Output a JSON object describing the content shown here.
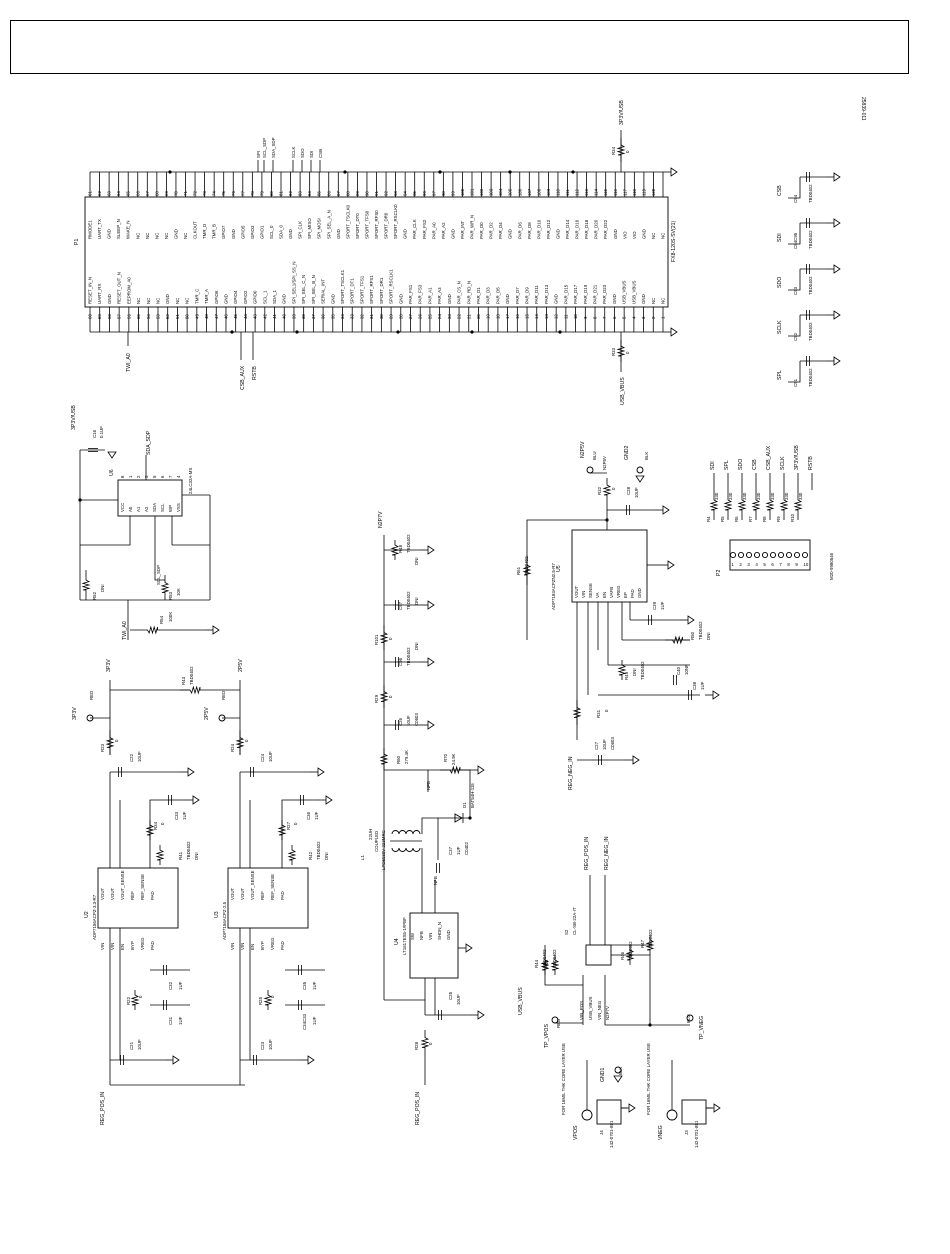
{
  "drawing_id": "25839-011",
  "p1": {
    "ref": "P1",
    "part": "FX8-120S-SV(21)",
    "top_pins": [
      {
        "num": "61",
        "name": "RMODE1"
      },
      {
        "num": "62",
        "name": "UART_TX"
      },
      {
        "num": "63",
        "name": "GND"
      },
      {
        "num": "64",
        "name": "SLEEP_N"
      },
      {
        "num": "65",
        "name": "WAKE_N"
      },
      {
        "num": "66",
        "name": "NC"
      },
      {
        "num": "67",
        "name": "NC"
      },
      {
        "num": "68",
        "name": "NC"
      },
      {
        "num": "69",
        "name": "NC"
      },
      {
        "num": "70",
        "name": "GND"
      },
      {
        "num": "71",
        "name": "NC"
      },
      {
        "num": "72",
        "name": "CLKOUT"
      },
      {
        "num": "73",
        "name": "TMR_D"
      },
      {
        "num": "74",
        "name": "TMR_B"
      },
      {
        "num": "75",
        "name": "GPIO7"
      },
      {
        "num": "76",
        "name": "GND"
      },
      {
        "num": "77",
        "name": "GPIO5"
      },
      {
        "num": "78",
        "name": "GPIO3"
      },
      {
        "num": "79",
        "name": "GPIO1"
      },
      {
        "num": "80",
        "name": "SCL_0"
      },
      {
        "num": "81",
        "name": "SDA_0"
      },
      {
        "num": "82",
        "name": "GND"
      },
      {
        "num": "83",
        "name": "SPI_CLK"
      },
      {
        "num": "84",
        "name": "SPI_MISO"
      },
      {
        "num": "85",
        "name": "SPI_MOSI"
      },
      {
        "num": "86",
        "name": "SPI_SEL_A_N"
      },
      {
        "num": "87",
        "name": "GND"
      },
      {
        "num": "88",
        "name": "SPORT_TSCLK0"
      },
      {
        "num": "89",
        "name": "SPORT_DT0"
      },
      {
        "num": "90",
        "name": "SPORT_TFS0"
      },
      {
        "num": "91",
        "name": "SPORT_RFS0"
      },
      {
        "num": "92",
        "name": "SPORT_DR0"
      },
      {
        "num": "93",
        "name": "SPORT_RSCLK0"
      },
      {
        "num": "94",
        "name": "GND"
      },
      {
        "num": "95",
        "name": "PAR_CLK"
      },
      {
        "num": "96",
        "name": "PAR_FS2"
      },
      {
        "num": "97",
        "name": "PAR_A0"
      },
      {
        "num": "98",
        "name": "PAR_A2"
      },
      {
        "num": "99",
        "name": "GND"
      },
      {
        "num": "100",
        "name": "PAR_INT"
      },
      {
        "num": "101",
        "name": "PAR_WR_N"
      },
      {
        "num": "102",
        "name": "PAR_D0"
      },
      {
        "num": "103",
        "name": "PAR_D2"
      },
      {
        "num": "104",
        "name": "PAR_D4"
      },
      {
        "num": "105",
        "name": "GND"
      },
      {
        "num": "106",
        "name": "PAR_D6"
      },
      {
        "num": "107",
        "name": "PAR_D8"
      },
      {
        "num": "108",
        "name": "PAR_D10"
      },
      {
        "num": "109",
        "name": "PAR_D12"
      },
      {
        "num": "110",
        "name": "GND"
      },
      {
        "num": "111",
        "name": "PAR_D14"
      },
      {
        "num": "112",
        "name": "PAR_D16"
      },
      {
        "num": "113",
        "name": "PAR_D18"
      },
      {
        "num": "114",
        "name": "PAR_D20"
      },
      {
        "num": "115",
        "name": "PAR_D22"
      },
      {
        "num": "116",
        "name": "GND"
      },
      {
        "num": "117",
        "name": "VIO"
      },
      {
        "num": "118",
        "name": "VIO"
      },
      {
        "num": "119",
        "name": "GND"
      },
      {
        "num": "120",
        "name": "NC"
      },
      {
        "num": "",
        "name": "NC"
      }
    ],
    "bottom_pins": [
      {
        "num": "60",
        "name": "RESET_IN_N"
      },
      {
        "num": "59",
        "name": "UART_RX"
      },
      {
        "num": "58",
        "name": "GND"
      },
      {
        "num": "57",
        "name": "RESET_OUT_N"
      },
      {
        "num": "56",
        "name": "EEPROM_A0"
      },
      {
        "num": "55",
        "name": "NC"
      },
      {
        "num": "54",
        "name": "NC"
      },
      {
        "num": "53",
        "name": "NC"
      },
      {
        "num": "52",
        "name": "GND"
      },
      {
        "num": "51",
        "name": "NC"
      },
      {
        "num": "50",
        "name": "NC"
      },
      {
        "num": "49",
        "name": "TMR_C"
      },
      {
        "num": "48",
        "name": "TMR_A"
      },
      {
        "num": "47",
        "name": "GPIO6"
      },
      {
        "num": "46",
        "name": "GND"
      },
      {
        "num": "45",
        "name": "GPIO4"
      },
      {
        "num": "44",
        "name": "GPIO2"
      },
      {
        "num": "43",
        "name": "GPIO0"
      },
      {
        "num": "42",
        "name": "SCL_1"
      },
      {
        "num": "41",
        "name": "SDA_1"
      },
      {
        "num": "40",
        "name": "GND"
      },
      {
        "num": "39",
        "name": "SPI_SEL1/SPI_SS_N"
      },
      {
        "num": "38",
        "name": "SPI_SEL_C_N"
      },
      {
        "num": "37",
        "name": "SPI_SEL_B_N"
      },
      {
        "num": "36",
        "name": "SERIAL_INT"
      },
      {
        "num": "35",
        "name": "GND"
      },
      {
        "num": "34",
        "name": "SPORT_TSCLK1"
      },
      {
        "num": "33",
        "name": "SPORT_DT1"
      },
      {
        "num": "32",
        "name": "SPORT_TFS1"
      },
      {
        "num": "31",
        "name": "SPORT_RFS1"
      },
      {
        "num": "30",
        "name": "SPORT_DR1"
      },
      {
        "num": "29",
        "name": "SPORT_RSCLK1"
      },
      {
        "num": "28",
        "name": "GND"
      },
      {
        "num": "27",
        "name": "PAR_FS1"
      },
      {
        "num": "26",
        "name": "PAR_FS3"
      },
      {
        "num": "25",
        "name": "PAR_A1"
      },
      {
        "num": "24",
        "name": "PAR_A3"
      },
      {
        "num": "23",
        "name": "GND"
      },
      {
        "num": "22",
        "name": "PAR_CS_N"
      },
      {
        "num": "21",
        "name": "PAR_RD_N"
      },
      {
        "num": "20",
        "name": "PAR_D1"
      },
      {
        "num": "19",
        "name": "PAR_D3"
      },
      {
        "num": "18",
        "name": "PAR_D5"
      },
      {
        "num": "17",
        "name": "GND"
      },
      {
        "num": "16",
        "name": "PAR_D7"
      },
      {
        "num": "15",
        "name": "PAR_D9"
      },
      {
        "num": "14",
        "name": "PAR_D11"
      },
      {
        "num": "13",
        "name": "PAR_D13"
      },
      {
        "num": "12",
        "name": "GND"
      },
      {
        "num": "11",
        "name": "PAR_D15"
      },
      {
        "num": "10",
        "name": "PAR_D17"
      },
      {
        "num": "9",
        "name": "PAR_D19"
      },
      {
        "num": "8",
        "name": "PAR_D21"
      },
      {
        "num": "7",
        "name": "PAR_D23"
      },
      {
        "num": "6",
        "name": "GND"
      },
      {
        "num": "5",
        "name": "USB_VBUS"
      },
      {
        "num": "4",
        "name": "USB_VBUS"
      },
      {
        "num": "3",
        "name": "GND"
      },
      {
        "num": "2",
        "name": "NC"
      },
      {
        "num": "1",
        "name": "NC"
      }
    ],
    "net_spi": "SPI",
    "net_scl_sdp": "SCL_SDP",
    "net_sda_sdp": "SDA_SDP",
    "net_sclk": "SCLK",
    "net_sdo": "SDO",
    "net_sdi": "SDI",
    "net_csb": "CSB",
    "net_twi": "TWI_A0",
    "net_csb_aux": "CSB_AUX",
    "net_rstb": "RSTB",
    "net_3v3usb": "3P3V/USB",
    "r34": "R34",
    "r34_val": "0",
    "net_usb_vbus": "USB_VBUS",
    "r33": "R33",
    "r33_val": "0"
  },
  "caps_right": [
    {
      "net": "CSB",
      "ref": "C94",
      "val": "TBD0402"
    },
    {
      "net": "SDI",
      "ref": "C94C95",
      "val": "TBD0402"
    },
    {
      "net": "SDO",
      "ref": "C93",
      "val": "TBD0402"
    },
    {
      "net": "SCLK",
      "ref": "C92",
      "val": "TBD0402"
    },
    {
      "net": "SPL",
      "ref": "C91",
      "val": "TBD0402"
    }
  ],
  "p2": {
    "ref": "P2",
    "part": "M20-9980546",
    "nets": [
      "SDI",
      "SPL",
      "SDO",
      "CSB",
      "CSB_AUX",
      "SCLK",
      "3P3V/USB",
      "RSTB"
    ],
    "resistors": [
      {
        "ref": "R4",
        "val": "330"
      },
      {
        "ref": "R5",
        "val": "330"
      },
      {
        "ref": "R6",
        "val": "330"
      },
      {
        "ref": "R7",
        "val": "330"
      },
      {
        "ref": "R8",
        "val": "330"
      },
      {
        "ref": "R9",
        "val": "330"
      },
      {
        "ref": "R10",
        "val": "330"
      }
    ],
    "pins": [
      "1",
      "2",
      "3",
      "4",
      "5",
      "6",
      "7",
      "8",
      "9",
      "10"
    ]
  },
  "eeprom": {
    "ref": "U6",
    "part": "24LC32A-MS",
    "net_supply": "3P3V/USB",
    "c16": "C16",
    "c16_val": "0.1UF",
    "pins": [
      "VCC",
      "A0",
      "A1",
      "A2",
      "SDA",
      "SCL",
      "WP",
      "VSS"
    ],
    "pin_nums": [
      "8",
      "1",
      "2",
      "3",
      "5",
      "6",
      "7",
      "4"
    ],
    "net_sda": "SDA_SDP",
    "net_scl": "SCL_SDP",
    "r52": "R52",
    "r52_val": "DNI",
    "r53": "R53",
    "r53_val": "10K",
    "r54": "R54",
    "r54_val": "100K",
    "net_twi": "TWI_A0"
  },
  "u2": {
    "ref": "U2",
    "part": "ADP7156ACPZ-3.3-R7",
    "net_out": "3P3V",
    "led": "RED",
    "r23": "R23",
    "r23_val": "0",
    "c22": "C22",
    "c22_val": "10UF",
    "r34": "R34",
    "r34_val": "0",
    "c33": "C33",
    "c33_val": "1UF",
    "r41": "R41",
    "r41_val": "TBD0402",
    "dni": "DNI",
    "c32": "C32",
    "c32_val": "1UF",
    "c31": "C31",
    "c31_val": "1UF",
    "r22": "R22",
    "r22_val": "0",
    "c21": "C21",
    "c21_val": "10UF",
    "net_in": "REG_POS_IN",
    "pins_l": [
      "VOUT",
      "VOUT",
      "VOUT_SENSE",
      "REF",
      "REF_SENSE",
      "PAD"
    ],
    "pins_r": [
      "VIN",
      "VIN",
      "EN",
      "BYP",
      "VREG",
      "PAD"
    ],
    "r43": "R43",
    "r43_val": "TBD0402"
  },
  "u3": {
    "ref": "U3",
    "part": "ADP7156ACPZ-2.5",
    "net_out": "2P5V",
    "led": "RED",
    "r24": "R24",
    "r24_val": "0",
    "c24": "C24",
    "c24_val": "10UF",
    "r27": "R27",
    "r27_val": "0",
    "c36": "C36",
    "c36_val": "1UF",
    "r42": "R42",
    "r42_val": "TBD0402",
    "dni": "DNI",
    "c35": "C35",
    "c35_val": "1UF",
    "c34": "C34C33",
    "c34_val": "1UF",
    "r25": "R25",
    "r25_val": "0",
    "c23": "C23",
    "c23_val": "10UF",
    "pins_l": [
      "VOUT",
      "VOUT",
      "VOUT_SENSE",
      "REF",
      "REF_SENSE",
      "PAD"
    ],
    "pins_r": [
      "VIN",
      "VIN",
      "EN",
      "BYP",
      "VREG",
      "PAD"
    ]
  },
  "boost": {
    "net_out": "N2P7V",
    "r48": "R48",
    "r48_val": "TBD0402",
    "c97": "C97",
    "c97_val": "TBD0402",
    "r101": "R101",
    "r101_val": "0",
    "c96": "C96",
    "c96_val": "TBD0402",
    "r29": "R29",
    "r29_val": "0",
    "c26": "C26",
    "c26_val": "10UF",
    "c26_pkg": "C0603",
    "r60": "R60",
    "r60_val": "279.4K",
    "r70": "R70",
    "r70_val": "24.9K",
    "nfb": "NFB",
    "l1": "L1",
    "l1_val": "22UH",
    "l1_part": "LPD5030V-223MRC",
    "l1_lbl": "COUPLED",
    "d1": "D1",
    "d1_part": "BAT54H-115",
    "c37": "C37",
    "c37_val": "1UF",
    "c37_pkg": "C0402",
    "u4": "U4",
    "u4_part": "LT1617ES5-1#PBF",
    "u4_pins": [
      "SW",
      "NFB",
      "VIN",
      "SHDN_N",
      "GND"
    ],
    "c25": "C25",
    "c25_val": "10UF",
    "r28": "R28",
    "r28_val": "0",
    "net_in": "REG_POS_IN"
  },
  "u5": {
    "ref": "U5",
    "part": "ADP7183ACPZN2.5-R7",
    "net_out": "N2P5V",
    "led": "BLU",
    "gnd2": "GND2",
    "gnd_led": "BLK",
    "r32": "R32",
    "r32_val": "0",
    "c28": "C28",
    "c28_val": "10UF",
    "r61": "R61",
    "r61_val": "TBD0402",
    "pins": [
      "VOUT",
      "VIN",
      "SENSE",
      "VA",
      "EN",
      "VAFB",
      "VREG",
      "EP",
      "PAD",
      "GND"
    ],
    "c39": "C39",
    "c39_val": "1UF",
    "r50": "R50",
    "r50_val": "TBD0402",
    "r49": "R49",
    "r49_val": "DNI",
    "r49_val2": "TBD0402",
    "c40": "C40",
    "c40_val": "10NF",
    "c38": "C38",
    "c38_val": "1UF",
    "r31": "R31",
    "r31_val": "0",
    "c27": "C27",
    "c27_val": "10UF",
    "c27_pkg": "C0603",
    "net_in": "REG_NEG_IN"
  },
  "switch": {
    "ref": "S2",
    "part": "CL-SB-22A-IT",
    "net_pos": "REG_POS_IN",
    "net_neg": "REG_NEG_IN",
    "r44": "R44",
    "r44_val": "TBD0402",
    "r45": "R45",
    "r45_val": "TBD0402",
    "r46": "R46",
    "r46_val": "TBD0402",
    "r47": "R47",
    "r47_val": "TBD0402",
    "net_usb": "USB_VBUS",
    "net_vinp": "VIN_POS",
    "net_usbv": "USB_VBUS",
    "net_vinn": "VIN_NEG",
    "net_n2p7": "N2P7V",
    "tp_vpos": "TP_VPOS",
    "tp_vpos_c": "RED",
    "tp_vneg": "TP_VNEG",
    "tp_vneg_c": "BLU",
    "gnd1": "GND1",
    "gnd1_c": "BLK"
  },
  "jacks": [
    {
      "net": "VPOS",
      "note": "FOR 16MIL THK CORE LAYER USE",
      "part": "142-0701-851",
      "ref": "J4"
    },
    {
      "net": "VNEG",
      "note": "FOR 16MIL THK CORE LAYER USE",
      "part": "142-0701-851",
      "ref": "J3"
    }
  ]
}
